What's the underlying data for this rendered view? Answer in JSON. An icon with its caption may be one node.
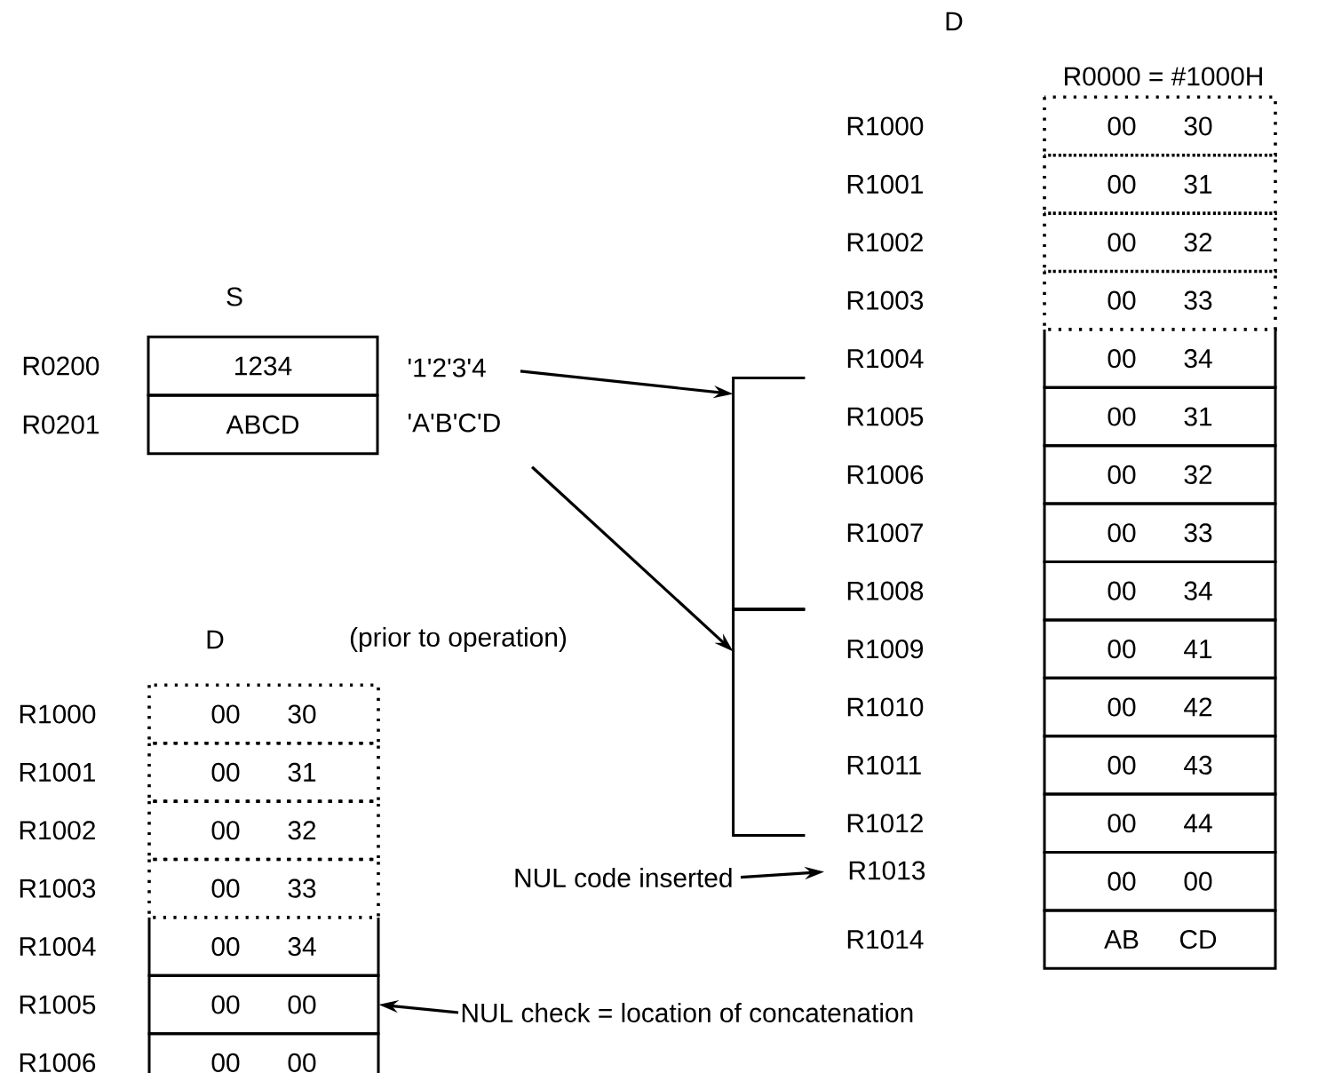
{
  "diagram": {
    "nodes": [
      {
        "text": [
          "1234"
        ],
        "beside": [
          "R0200"
        ]
      },
      {
        "text": [
          "ABCD"
        ],
        "beside": [
          "R0201"
        ]
      },
      {
        "text": [
          "'1'2'3'4"
        ]
      },
      {
        "text": [
          "'A'B'C'D"
        ]
      },
      {
        "text": [],
        "shape": "bracket"
      },
      {
        "text": [],
        "shape": "bracket"
      },
      {
        "text": [
          "NUL code inserted"
        ]
      },
      {
        "text": [
          "R1013"
        ]
      },
      {
        "text": [
          "NUL check = location of concatenation"
        ]
      },
      {
        "text": [
          "00",
          "30"
        ]
      },
      {
        "text": [
          "00",
          "31"
        ]
      },
      {
        "text": [
          "00",
          "32"
        ]
      },
      {
        "text": [
          "00",
          "33"
        ]
      },
      {
        "text": [
          "00",
          "34"
        ]
      },
      {
        "text": [
          "00",
          "31"
        ]
      },
      {
        "text": [
          "00",
          "32"
        ]
      },
      {
        "text": [
          "00",
          "33"
        ]
      },
      {
        "text": [
          "00",
          "34"
        ]
      },
      {
        "text": [
          "00",
          "41"
        ]
      },
      {
        "text": [
          "00",
          "42"
        ]
      },
      {
        "text": [
          "00",
          "43"
        ]
      },
      {
        "text": [
          "00",
          "44"
        ]
      },
      {
        "text": [
          "00",
          "00"
        ]
      },
      {
        "text": [
          "AB",
          "CD"
        ]
      },
      {
        "text": [
          "00",
          "30"
        ],
        "beside": [
          "R1000"
        ]
      },
      {
        "text": [
          "00",
          "31"
        ],
        "beside": [
          "R1001"
        ]
      },
      {
        "text": [
          "00",
          "32"
        ],
        "beside": [
          "R1002"
        ]
      },
      {
        "text": [
          "00",
          "33"
        ],
        "beside": [
          "R1003"
        ]
      },
      {
        "text": [
          "00",
          "34"
        ],
        "beside": [
          "R1004"
        ]
      },
      {
        "text": [
          "00",
          "00"
        ],
        "beside": [
          "R1005"
        ]
      },
      {
        "text": [
          "00",
          "00"
        ],
        "beside": [
          "R1006"
        ]
      }
    ],
    "edges": [
      {
        "from": 2,
        "to": 4,
        "arrow": "to"
      },
      {
        "from": 3,
        "to": 5,
        "arrow": "to"
      },
      {
        "from": 6,
        "to": 7,
        "arrow": "to"
      },
      {
        "from": 8,
        "to": 29,
        "arrow": "to"
      }
    ],
    "labels": [
      "D",
      "R0000 = #1000H",
      "R1000",
      "R1001",
      "R1002",
      "R1003",
      "R1004",
      "R1005",
      "R1006",
      "R1007",
      "R1008",
      "R1009",
      "R1010",
      "R1011",
      "R1012",
      "R1014",
      "S",
      "D",
      "(prior to operation)"
    ]
  }
}
